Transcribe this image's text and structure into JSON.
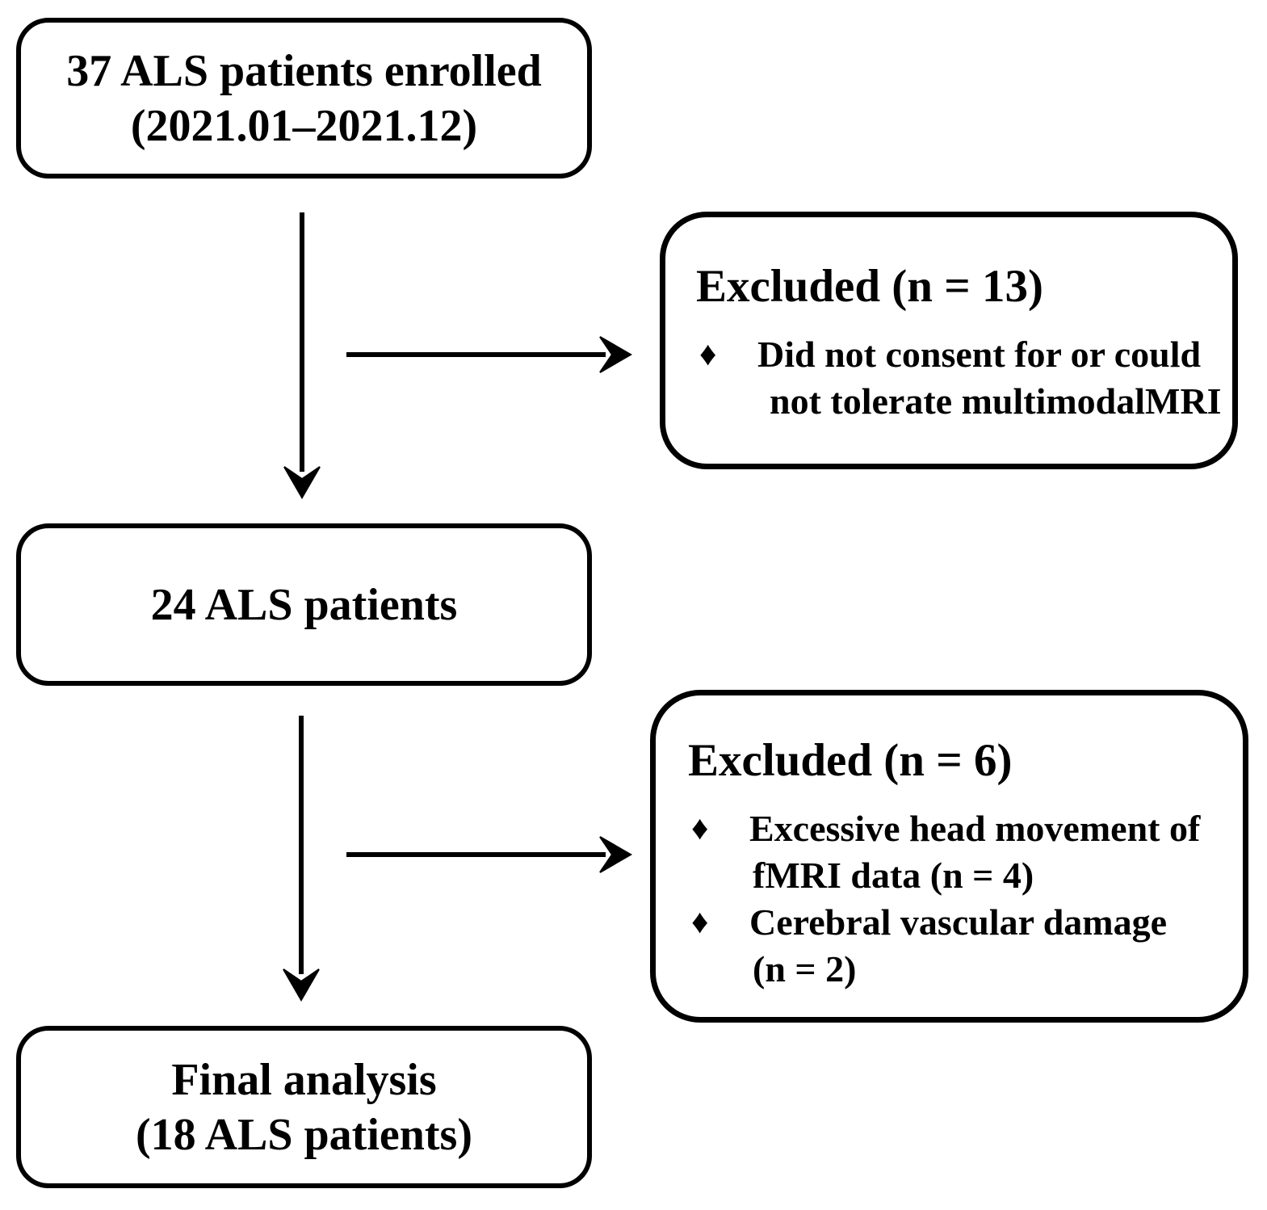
{
  "figure": {
    "type": "patient-enrollment-flowchart",
    "background_color": "#ffffff",
    "stroke_color": "#000000",
    "text_color": "#000000"
  },
  "bullet_glyph": "♦",
  "boxes": {
    "enrolled": {
      "lines": [
        "37 ALS patients enrolled",
        "(2021.01–2021.12)"
      ]
    },
    "excluded_first": {
      "title": "Excluded (n = 13)",
      "bullets": [
        {
          "lines": [
            "Did not consent for or could",
            "not tolerate multimodalMRI"
          ]
        }
      ]
    },
    "interim": {
      "label": "24 ALS patients"
    },
    "excluded_second": {
      "title": "Excluded (n = 6)",
      "bullets": [
        {
          "lines": [
            "Excessive head movement of",
            "fMRI data (n = 4)"
          ]
        },
        {
          "lines": [
            "Cerebral vascular damage",
            "(n = 2)"
          ]
        }
      ]
    },
    "final": {
      "lines": [
        "Final analysis",
        "(18 ALS patients)"
      ]
    }
  }
}
